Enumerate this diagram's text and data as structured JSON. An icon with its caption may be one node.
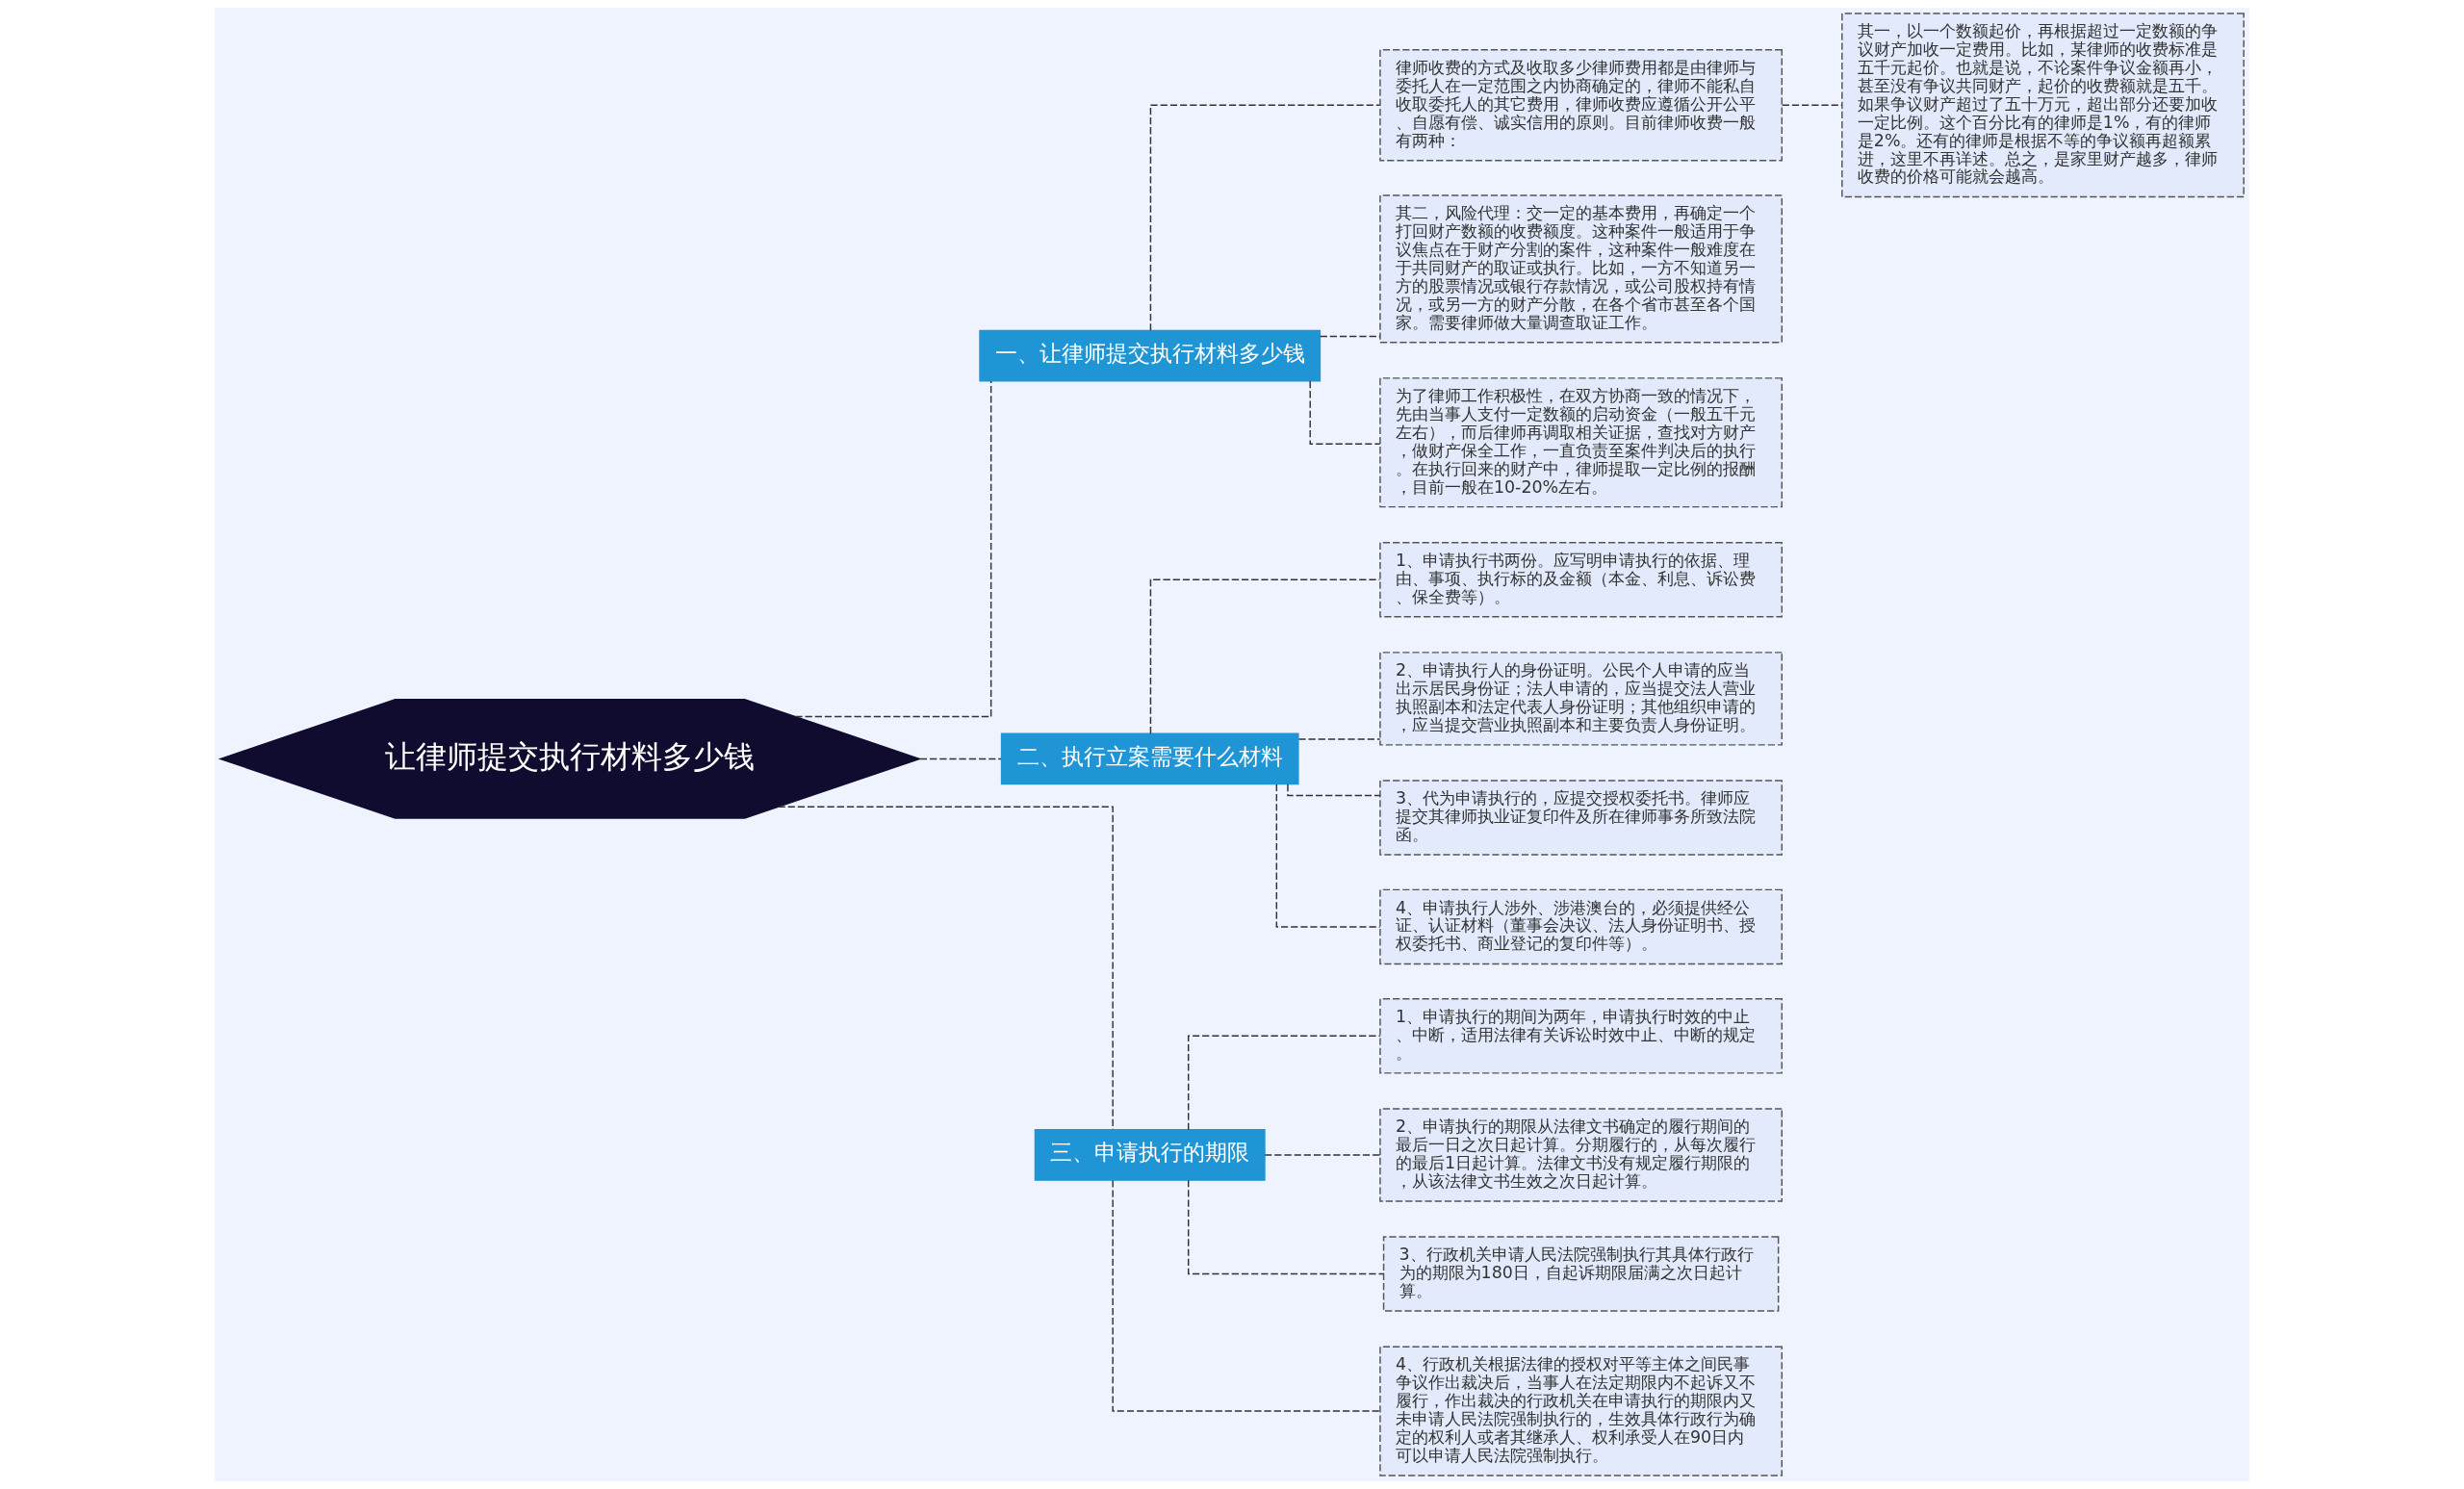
{
  "diagram": {
    "nodes": [
      {
        "text": [
          "让律师提交执行材料多少钱"
        ]
      },
      {
        "text": [
          "一、让律师提交执行材料多少钱"
        ]
      },
      {
        "text": [
          "律师收费的方式及收取多少律师费用都是由律师与委托人在一定范围之内协商确定的，律师不能私自收取委托人的其它费用，律师收费应遵循公开公平、自愿有偿、诚实信用的原则。目前律师收费一般有两种："
        ]
      },
      {
        "text": [
          "其一，以一个数额起价，再根据超过一定数额的争议财产加收一定费用。比如，某律师的收费标准是五千元起价。也就是说，不论案件争议金额再小，甚至没有争议共同财产，起价的收费额就是五千。如果争议财产超过了五十万元，超出部分还要加收一定比例。这个百分比有的律师是1%，有的律师是2%。还有的律师是根据不等的争议额再超额累进，这里不再详述。总之，是家里财产越多，律师收费的价格可能就会越高。"
        ]
      },
      {
        "text": [
          "其二，风险代理：交一定的基本费用，再确定一个打回财产数额的收费额度。这种案件一般适用于争议焦点在于财产分割的案件，这种案件一般难度在于共同财产的取证或执行。比如，一方不知道另一方的股票情况或银行存款情况，或公司股权持有情况，或另一方的财产分散，在各个省市甚至各个国家。需要律师做大量调查取证工作。"
        ]
      },
      {
        "text": [
          "为了律师工作积极性，在双方协商一致的情况下，先由当事人支付一定数额的启动资金（一般五千元左右），而后律师再调取相关证据，查找对方财产，做财产保全工作，一直负责至案件判决后的执行。在执行回来的财产中，律师提取一定比例的报酬，目前一般在10-20%左右。"
        ]
      },
      {
        "text": [
          "二、执行立案需要什么材料"
        ]
      },
      {
        "text": [
          "1、申请执行书两份。应写明申请执行的依据、理由、事项、执行标的及金额（本金、利息、诉讼费、保全费等）。"
        ]
      },
      {
        "text": [
          "2、申请执行人的身份证明。公民个人申请的应当出示居民身份证；法人申请的，应当提交法人营业执照副本和法定代表人身份证明；其他组织申请的，应当提交营业执照副本和主要负责人身份证明。"
        ]
      },
      {
        "text": [
          "3、代为申请执行的，应提交授权委托书。律师应提交其律师执业证复印件及所在律师事务所致法院函。"
        ]
      },
      {
        "text": [
          "4、申请执行人涉外、涉港澳台的，必须提供经公证、认证材料（董事会决议、法人身份证明书、授权委托书、商业登记的复印件等）。"
        ]
      },
      {
        "text": [
          "三、申请执行的期限"
        ]
      },
      {
        "text": [
          "1、申请执行的期间为两年，申请执行时效的中止、中断，适用法律有关诉讼时效中止、中断的规定。"
        ]
      },
      {
        "text": [
          "2、申请执行的期限从法律文书确定的履行期间的最后一日之次日起计算。分期履行的，从每次履行的最后1日起计算。法律文书没有规定履行期限的，从该法律文书生效之次日起计算。"
        ]
      },
      {
        "text": [
          "3、行政机关申请人民法院强制执行其具体行政行为的期限为180日，自起诉期限届满之次日起计算。"
        ]
      },
      {
        "text": [
          "4、行政机关根据法律的授权对平等主体之间民事争议作出裁决后，当事人在法定期限内不起诉又不履行，作出裁决的行政机关在申请执行的期限内又未申请人民法院强制执行的，生效具体行政行为确定的权利人或者其继承人、权利承受人在90日内可以申请人民法院强制执行。"
        ]
      }
    ],
    "edges": [
      {
        "from": 0,
        "to": 1,
        "arrow": "none",
        "style": "dashed"
      },
      {
        "from": 1,
        "to": 2,
        "arrow": "none",
        "style": "dashed"
      },
      {
        "from": 2,
        "to": 3,
        "arrow": "none",
        "style": "dashed"
      },
      {
        "from": 1,
        "to": 4,
        "arrow": "none",
        "style": "dashed"
      },
      {
        "from": 1,
        "to": 5,
        "arrow": "none",
        "style": "dashed"
      },
      {
        "from": 0,
        "to": 6,
        "arrow": "none",
        "style": "dashed"
      },
      {
        "from": 6,
        "to": 7,
        "arrow": "none",
        "style": "dashed"
      },
      {
        "from": 6,
        "to": 8,
        "arrow": "none",
        "style": "dashed"
      },
      {
        "from": 6,
        "to": 9,
        "arrow": "none",
        "style": "dashed"
      },
      {
        "from": 6,
        "to": 10,
        "arrow": "none",
        "style": "dashed"
      },
      {
        "from": 0,
        "to": 11,
        "arrow": "none",
        "style": "dashed"
      },
      {
        "from": 11,
        "to": 12,
        "arrow": "none",
        "style": "dashed"
      },
      {
        "from": 11,
        "to": 13,
        "arrow": "none",
        "style": "dashed"
      },
      {
        "from": 11,
        "to": 14,
        "arrow": "none",
        "style": "dashed"
      },
      {
        "from": 11,
        "to": 15,
        "arrow": "none",
        "style": "dashed"
      }
    ]
  }
}
